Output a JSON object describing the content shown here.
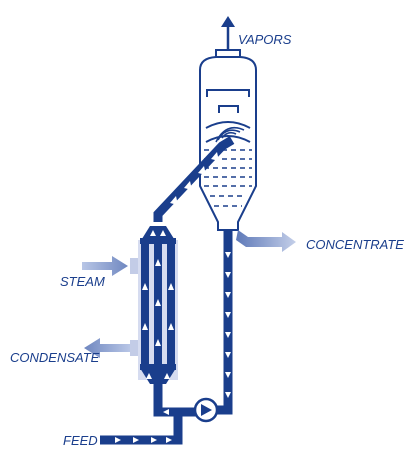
{
  "labels": {
    "vapors": "VAPORS",
    "concentrate": "CONCENTRATE",
    "steam": "STEAM",
    "condensate": "CONDENSATE",
    "feed": "FEED"
  },
  "colors": {
    "pipe": "#1a3e8c",
    "pipe_dark": "#0f2f7a",
    "exchanger_fill": "#d6dcf0",
    "arrow_fade": "#7d95c9",
    "background": "#ffffff"
  }
}
